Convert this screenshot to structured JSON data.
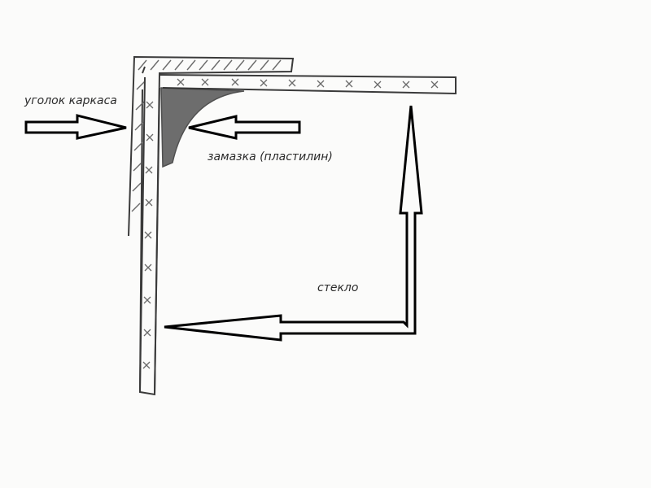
{
  "labels": {
    "frame_corner": "уголок каркаса",
    "putty": "замазка (пластилин)",
    "glass": "стекло"
  },
  "colors": {
    "stroke": "#3a3a3a",
    "hatch": "#6a6a6a",
    "putty_fill": "#555555",
    "arrow": "#000000"
  }
}
